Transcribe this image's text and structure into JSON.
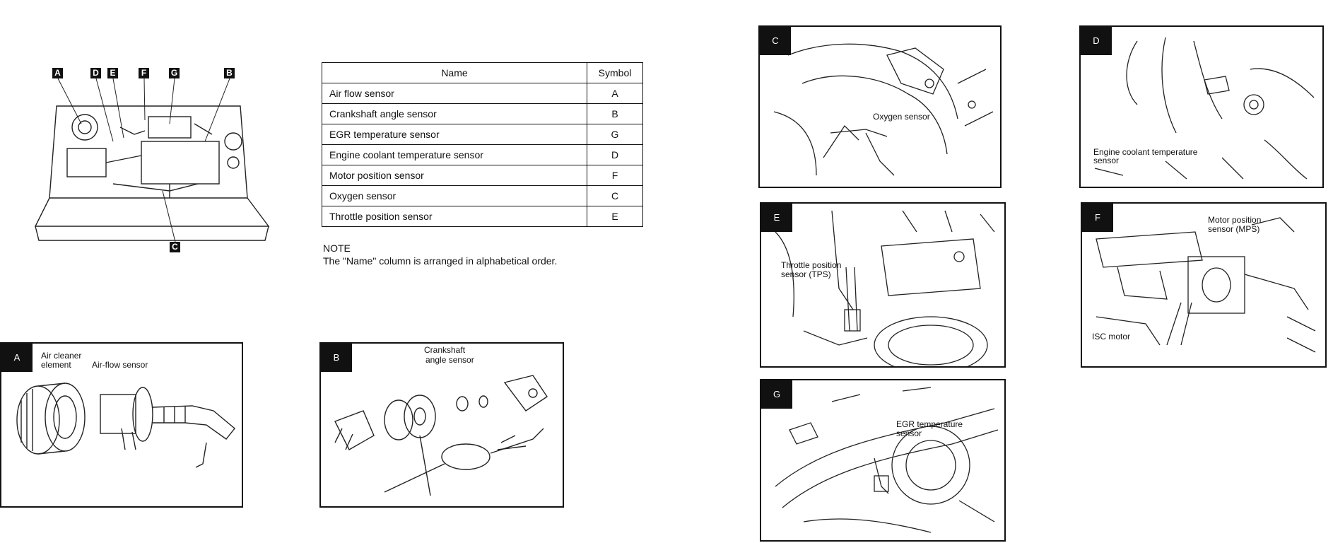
{
  "overview": {
    "badges": [
      "A",
      "D",
      "E",
      "F",
      "G",
      "B",
      "C"
    ]
  },
  "table": {
    "headers": {
      "name": "Name",
      "symbol": "Symbol"
    },
    "rows": [
      {
        "name": "Air flow sensor",
        "symbol": "A"
      },
      {
        "name": "Crankshaft angle sensor",
        "symbol": "B"
      },
      {
        "name": "EGR temperature sensor",
        "symbol": "G"
      },
      {
        "name": "Engine coolant temperature sensor",
        "symbol": "D"
      },
      {
        "name": "Motor position sensor",
        "symbol": "F"
      },
      {
        "name": "Oxygen sensor",
        "symbol": "C"
      },
      {
        "name": "Throttle position sensor",
        "symbol": "E"
      }
    ]
  },
  "note": {
    "title": "NOTE",
    "text": "The \"Name\" column is arranged in alphabetical order."
  },
  "panels": {
    "a": {
      "tab": "A",
      "label1": "Air cleaner",
      "label2": "element",
      "label3": "Air-flow sensor"
    },
    "b": {
      "tab": "B",
      "label1": "Crankshaft",
      "label2": "angle sensor"
    },
    "c": {
      "tab": "C",
      "label1": "Oxygen sensor"
    },
    "d": {
      "tab": "D",
      "label1": "Engine coolant temperature",
      "label2": "sensor"
    },
    "e": {
      "tab": "E",
      "label1": "Throttle position",
      "label2": "sensor (TPS)"
    },
    "f": {
      "tab": "F",
      "label1": "Motor position",
      "label2": "sensor (MPS)",
      "label3": "ISC motor"
    },
    "g": {
      "tab": "G",
      "label1": "EGR temperature",
      "label2": "sensor"
    }
  }
}
